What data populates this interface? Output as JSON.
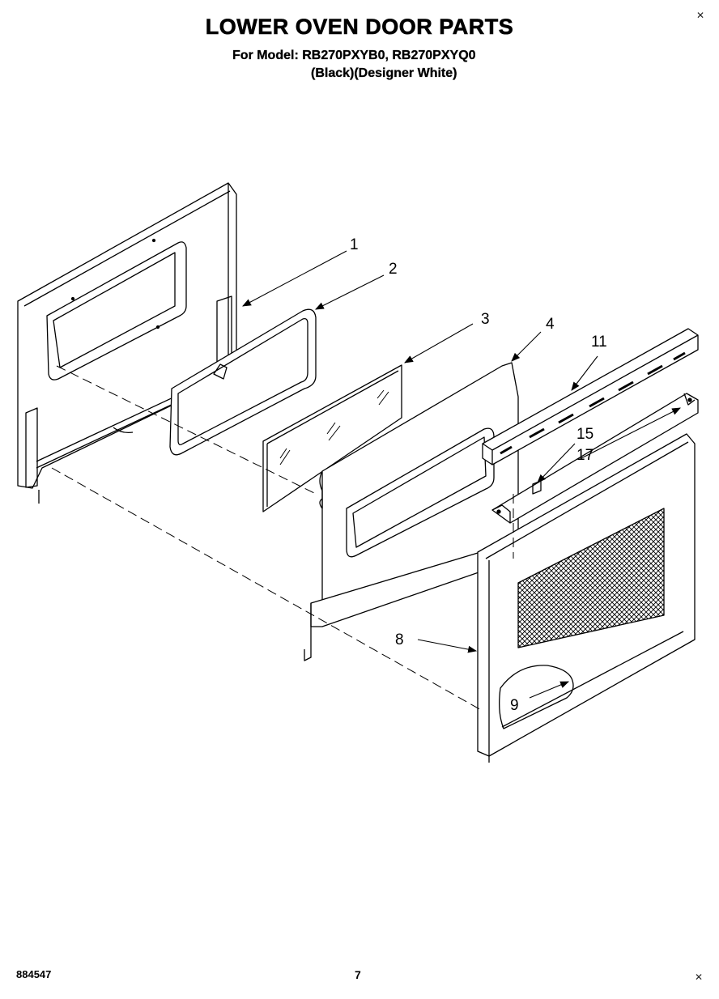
{
  "header": {
    "title": "LOWER OVEN DOOR PARTS",
    "model_line": "For Model: RB270PXYB0, RB270PXYQ0",
    "variant_line": "(Black)(Designer White)"
  },
  "callouts": {
    "c1": "1",
    "c2": "2",
    "c3": "3",
    "c4": "4",
    "c11": "11",
    "c15": "15",
    "c17": "17",
    "c8": "8",
    "c9": "9"
  },
  "footer": {
    "doc_number": "884547",
    "page_number": "7"
  }
}
